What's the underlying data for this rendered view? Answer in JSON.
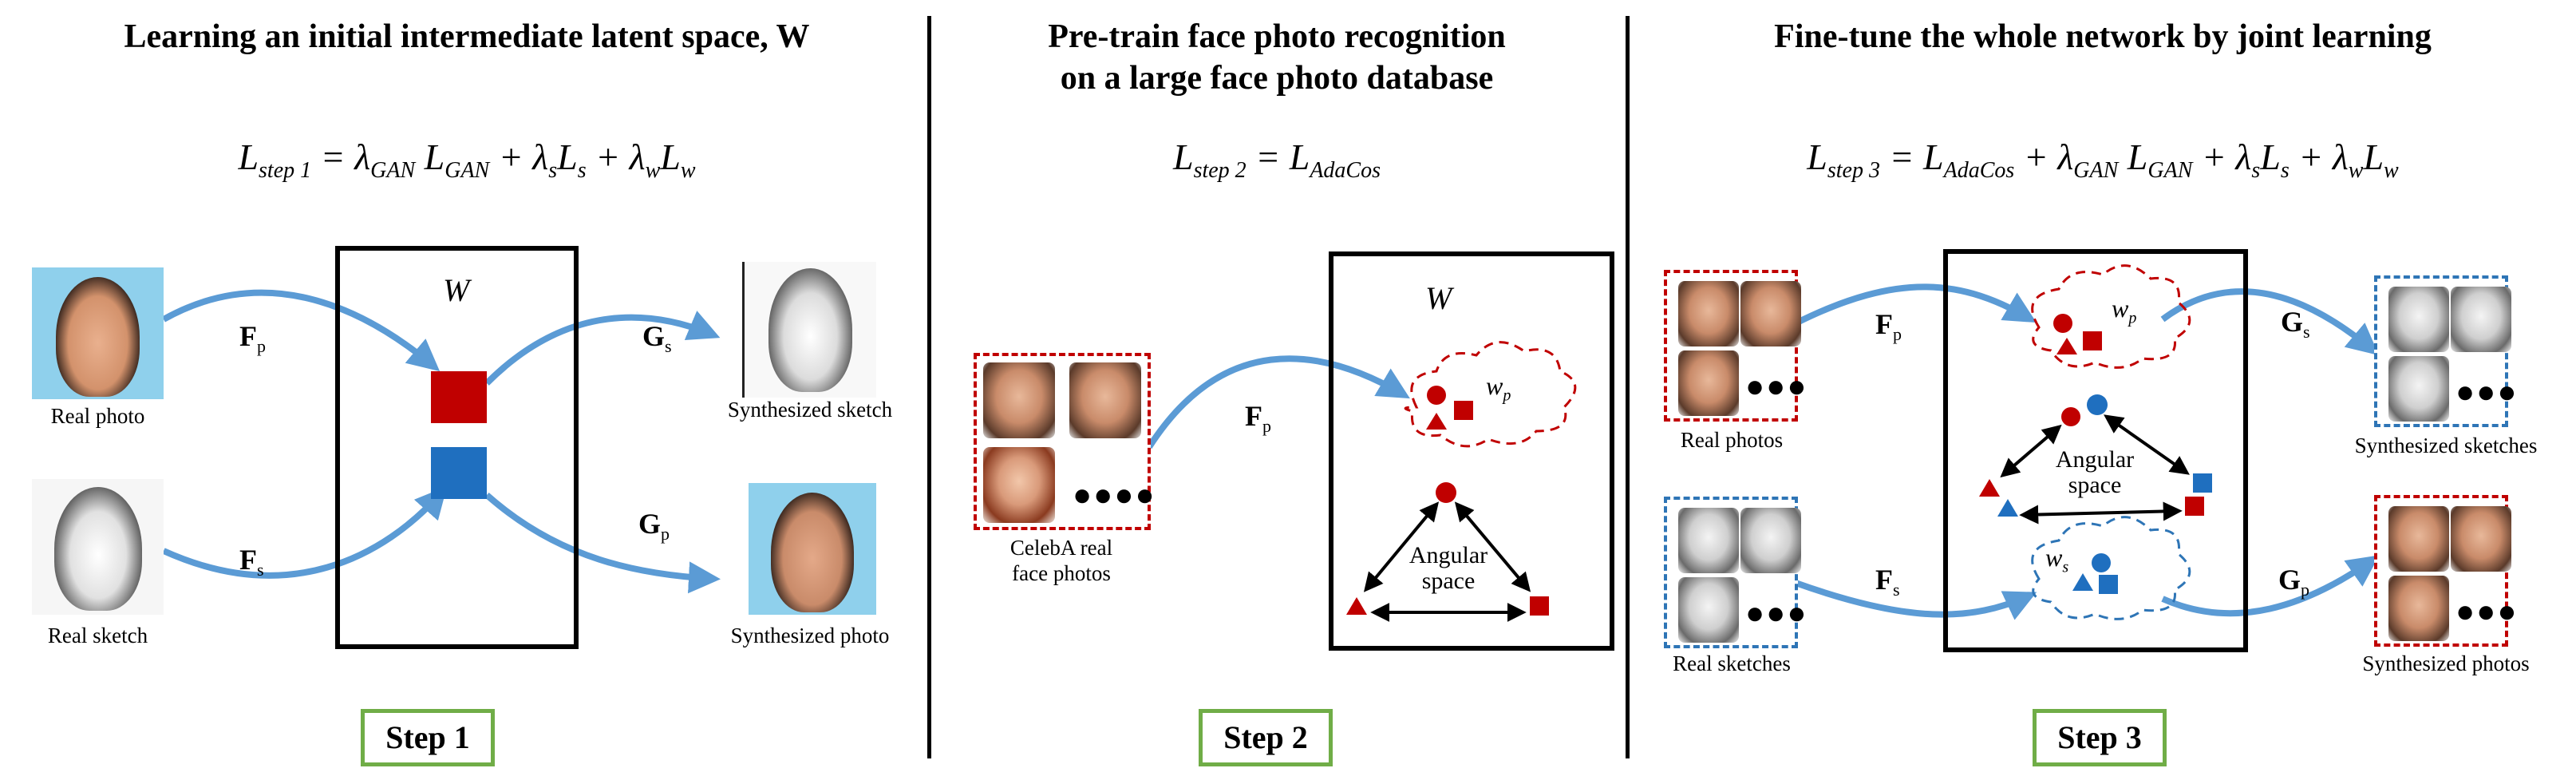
{
  "panel1": {
    "title": "Learning an initial intermediate latent space, W",
    "equation": {
      "lhs": "L",
      "lhs_sub": "step 1",
      "terms": [
        {
          "coef": "λ",
          "coef_sub": "GAN",
          "loss": "L",
          "loss_sub": "GAN"
        },
        {
          "coef": "λ",
          "coef_sub": "s",
          "loss": "L",
          "loss_sub": "s"
        },
        {
          "coef": "λ",
          "coef_sub": "w",
          "loss": "L",
          "loss_sub": "w"
        }
      ]
    },
    "latent_label": "W",
    "real_photo_caption": "Real photo",
    "real_sketch_caption": "Real sketch",
    "synth_sketch_caption": "Synthesized sketch",
    "synth_photo_caption": "Synthesized photo",
    "arrow_fp": {
      "main": "F",
      "sub": "p"
    },
    "arrow_fs": {
      "main": "F",
      "sub": "s"
    },
    "arrow_gs": {
      "main": "G",
      "sub": "s"
    },
    "arrow_gp": {
      "main": "G",
      "sub": "p"
    },
    "step_label": "Step 1"
  },
  "panel2": {
    "title_line1": "Pre-train face photo recognition",
    "title_line2": "on a large face photo database",
    "equation": {
      "lhs": "L",
      "lhs_sub": "step 2",
      "rhs": "L",
      "rhs_sub": "AdaCos"
    },
    "latent_label": "W",
    "cloud_label": {
      "main": "w",
      "sub": "p"
    },
    "angular_line1": "Angular",
    "angular_line2": "space",
    "celeba_line1": "CelebA real",
    "celeba_line2": "face photos",
    "dots": "●●●●",
    "arrow_fp": {
      "main": "F",
      "sub": "p"
    },
    "step_label": "Step 2"
  },
  "panel3": {
    "title": "Fine-tune the whole network by joint learning",
    "equation": {
      "lhs": "L",
      "lhs_sub": "step 3",
      "first": "L",
      "first_sub": "AdaCos",
      "terms": [
        {
          "coef": "λ",
          "coef_sub": "GAN",
          "loss": "L",
          "loss_sub": "GAN"
        },
        {
          "coef": "λ",
          "coef_sub": "s",
          "loss": "L",
          "loss_sub": "s"
        },
        {
          "coef": "λ",
          "coef_sub": "w",
          "loss": "L",
          "loss_sub": "w"
        }
      ]
    },
    "cloud_top": {
      "main": "w",
      "sub": "p"
    },
    "cloud_bottom": {
      "main": "w",
      "sub": "s"
    },
    "angular_line1": "Angular",
    "angular_line2": "space",
    "real_photos_caption": "Real photos",
    "real_sketches_caption": "Real sketches",
    "synth_sketches_caption": "Synthesized sketches",
    "synth_photos_caption": "Synthesized photos",
    "dots": "●●●",
    "arrow_fp": {
      "main": "F",
      "sub": "p"
    },
    "arrow_fs": {
      "main": "F",
      "sub": "s"
    },
    "arrow_gs": {
      "main": "G",
      "sub": "s"
    },
    "arrow_gp": {
      "main": "G",
      "sub": "p"
    },
    "step_label": "Step 3"
  },
  "colors": {
    "red": "#c00000",
    "blue": "#1f6fbf",
    "arrow": "#5b9bd5",
    "step_border": "#70ad47"
  }
}
